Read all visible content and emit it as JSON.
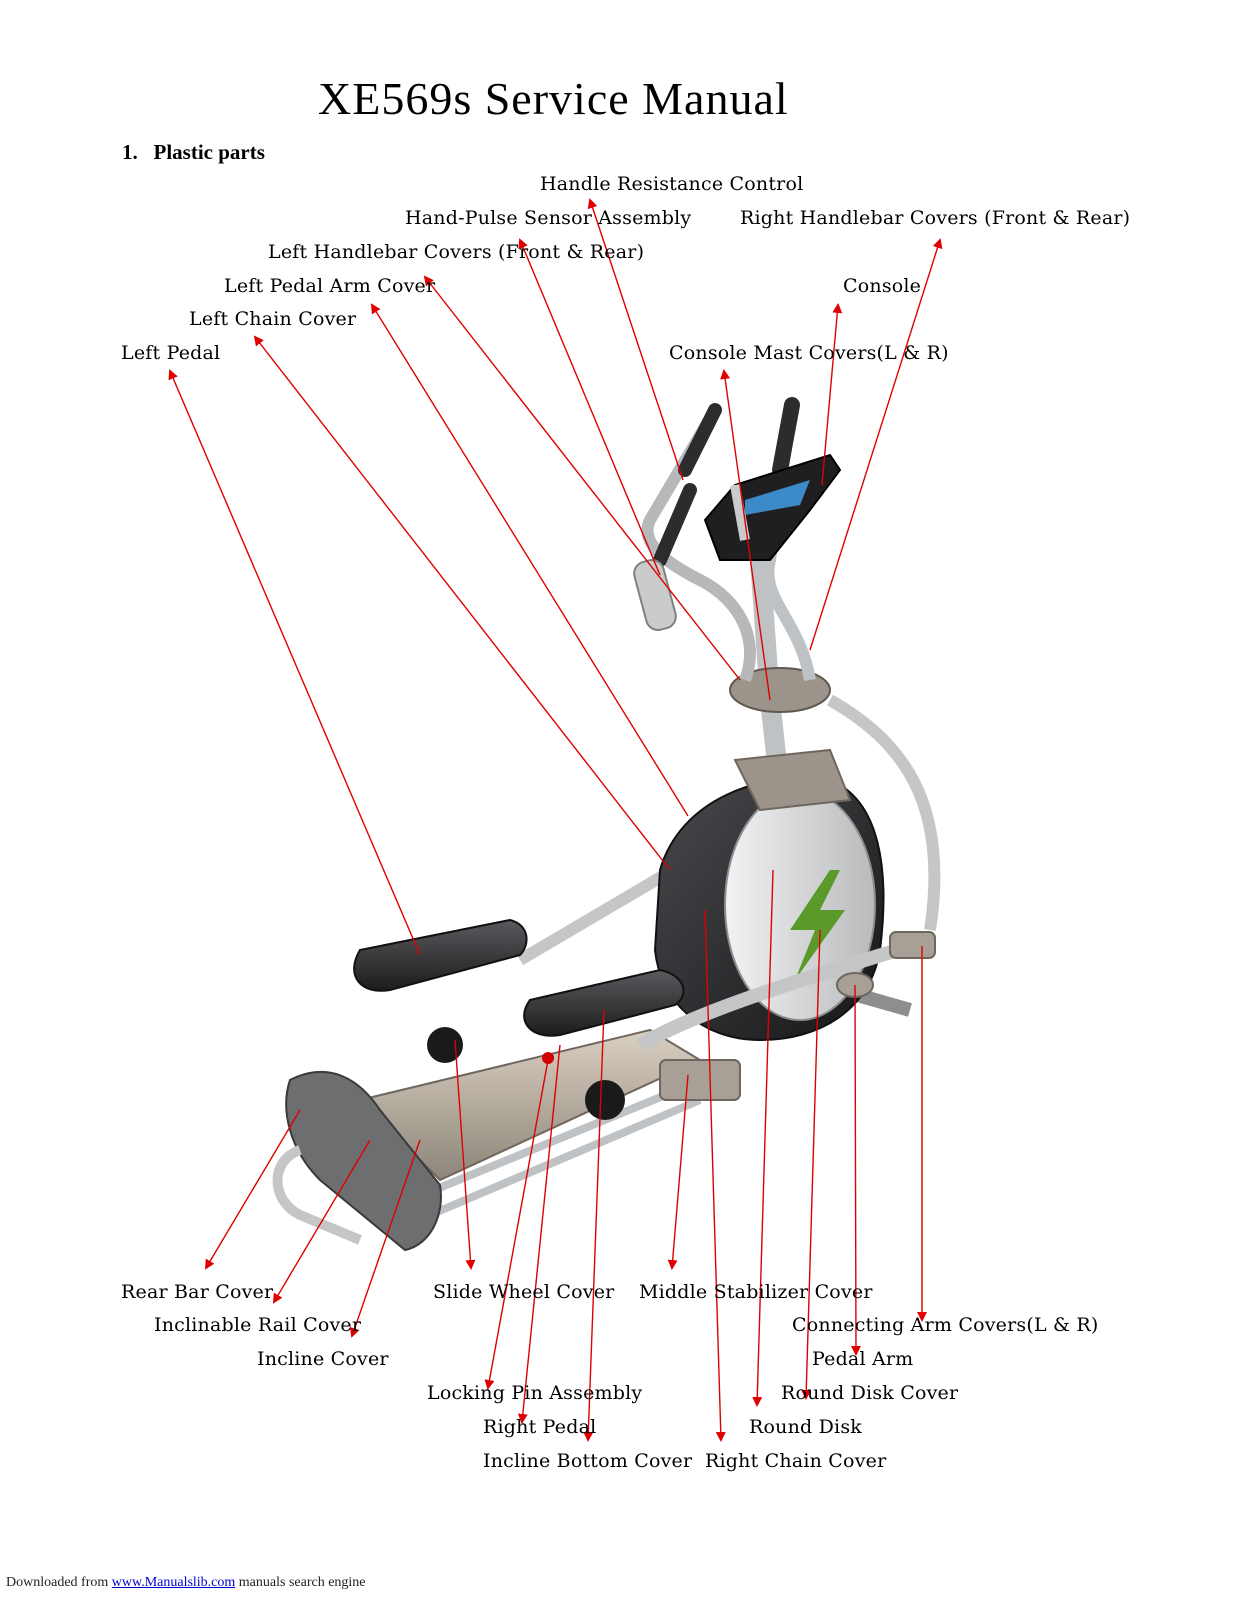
{
  "title": "XE569s Service Manual",
  "section": {
    "number": "1.",
    "heading": "Plastic parts"
  },
  "labels": {
    "handle_resistance_control": "Handle Resistance Control",
    "hand_pulse_sensor": "Hand-Pulse Sensor Assembly",
    "right_handlebar_covers": "Right Handlebar Covers (Front & Rear)",
    "left_handlebar_covers": "Left Handlebar Covers (Front & Rear)",
    "left_pedal_arm_cover": "Left Pedal Arm Cover",
    "console": "Console",
    "left_chain_cover": "Left Chain Cover",
    "left_pedal": "Left Pedal",
    "console_mast_covers": "Console Mast Covers(L & R)",
    "rear_bar_cover": "Rear Bar Cover",
    "slide_wheel_cover": "Slide Wheel Cover",
    "middle_stabilizer_cover": "Middle Stabilizer Cover",
    "inclinable_rail_cover": "Inclinable Rail Cover",
    "connecting_arm_covers": "Connecting Arm Covers(L & R)",
    "incline_cover": "Incline Cover",
    "pedal_arm": "Pedal Arm",
    "locking_pin_assembly": "Locking Pin Assembly",
    "round_disk_cover": "Round Disk Cover",
    "right_pedal": "Right Pedal",
    "round_disk": "Round Disk",
    "incline_bottom_cover": "Incline Bottom Cover",
    "right_chain_cover": "Right Chain Cover"
  },
  "footer": {
    "prefix": "Downloaded from ",
    "link": "www.Manualslib.com",
    "suffix": " manuals search engine"
  },
  "colors": {
    "arrow": "#e00000",
    "frame": "#c4c6c8",
    "shroud": "#2a2a2c",
    "disk": "#d6d8da",
    "accent": "#5b9a2a"
  }
}
